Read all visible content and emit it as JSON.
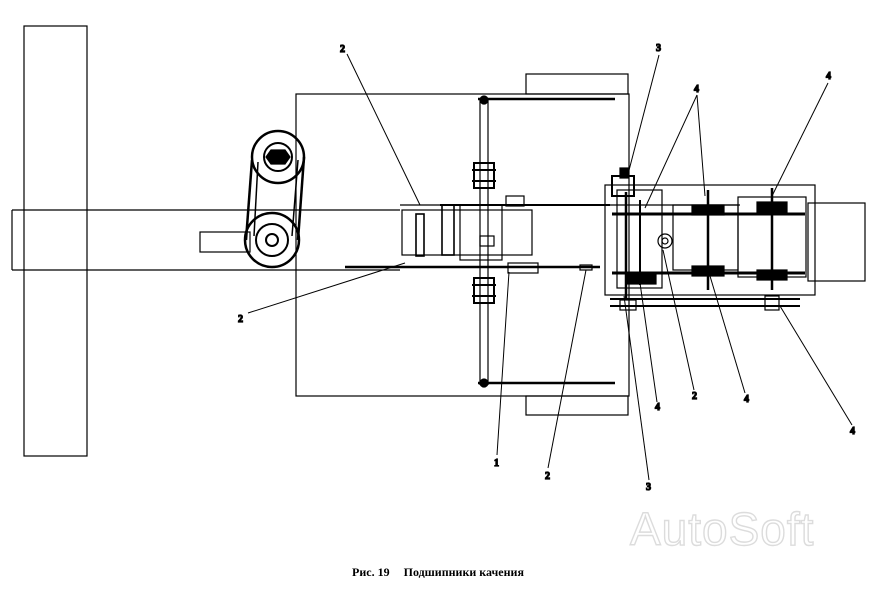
{
  "callouts": {
    "c1": "2",
    "c2": "2",
    "c3": "1",
    "c4": "2",
    "c5": "3",
    "c6": "4",
    "c7": "4",
    "c8": "4",
    "c9": "2",
    "c10": "4",
    "c11": "4",
    "c12": "3"
  },
  "caption": {
    "figure": "Рис. 19",
    "title": "Подшипники качения"
  },
  "watermark": "AutoSoft"
}
